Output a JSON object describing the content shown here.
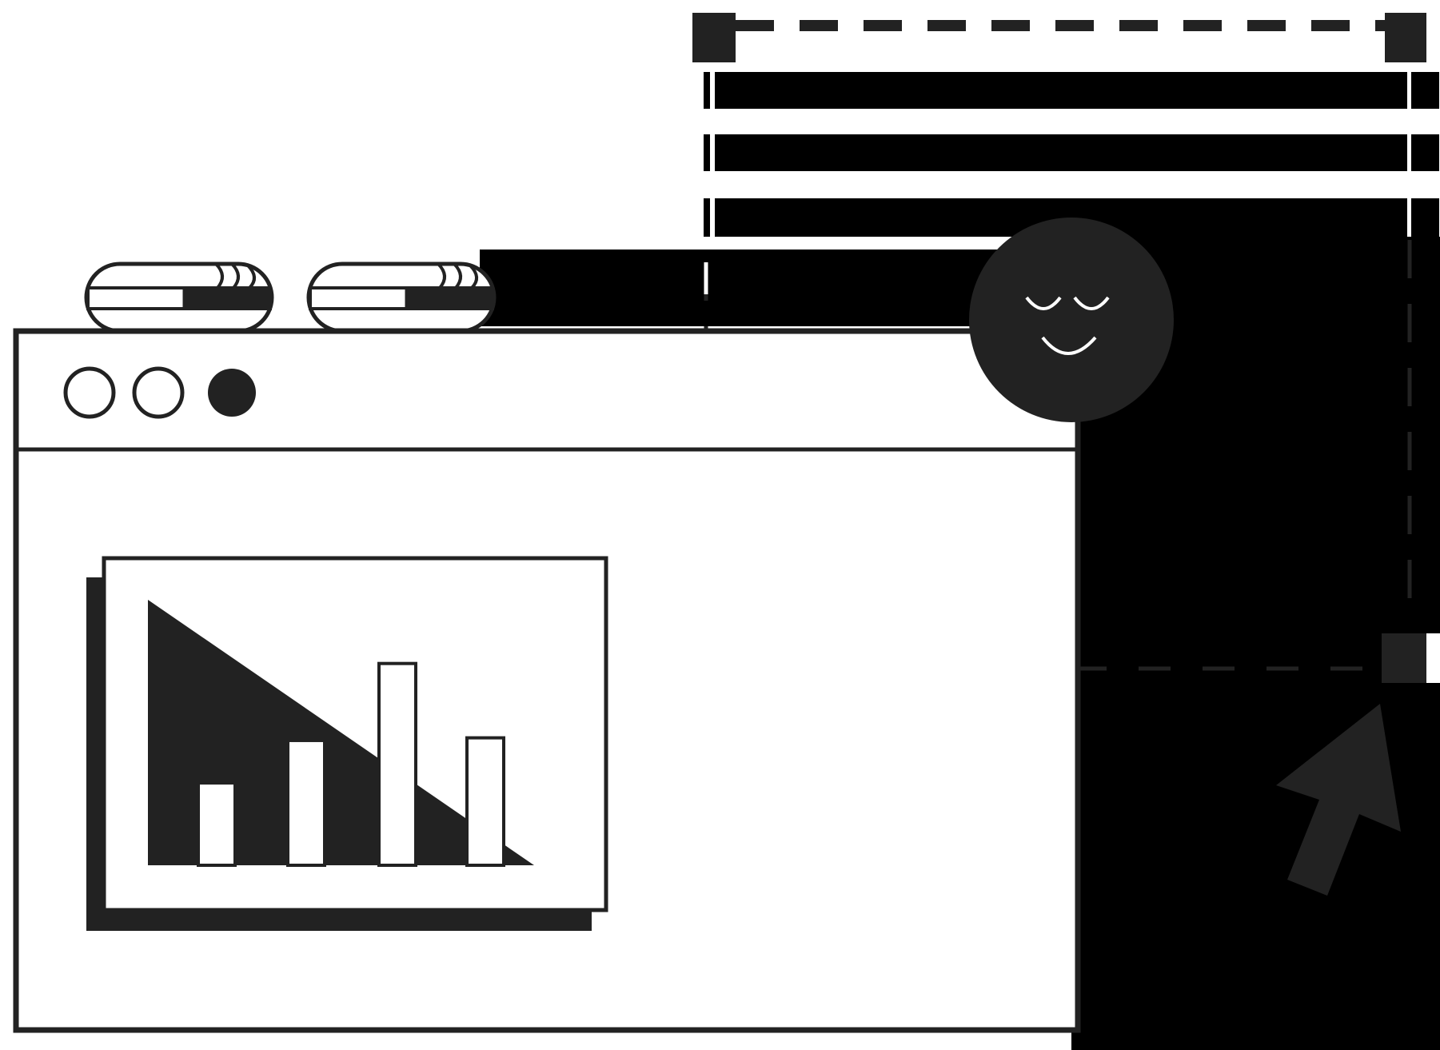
{
  "palette": {
    "ink": "#222222",
    "black": "#000000",
    "paper": "#ffffff"
  },
  "window": {
    "tabs": [
      {
        "name": "tab-1",
        "progress": 0.52
      },
      {
        "name": "tab-2",
        "progress": 0.52
      }
    ],
    "controls": [
      {
        "name": "window-control-1",
        "style": "outline"
      },
      {
        "name": "window-control-2",
        "style": "outline"
      },
      {
        "name": "window-control-3",
        "style": "filled"
      }
    ]
  },
  "chart_data": {
    "type": "bar",
    "categories": [
      "",
      "",
      "",
      ""
    ],
    "values": [
      0.31,
      0.47,
      0.76,
      0.48
    ],
    "trend": {
      "from": 1.0,
      "to": 0.0
    },
    "ylim": [
      0,
      1
    ],
    "grid": false,
    "legend": "none"
  },
  "icons": [
    "smiley-face-icon",
    "cursor-arrow-icon"
  ]
}
